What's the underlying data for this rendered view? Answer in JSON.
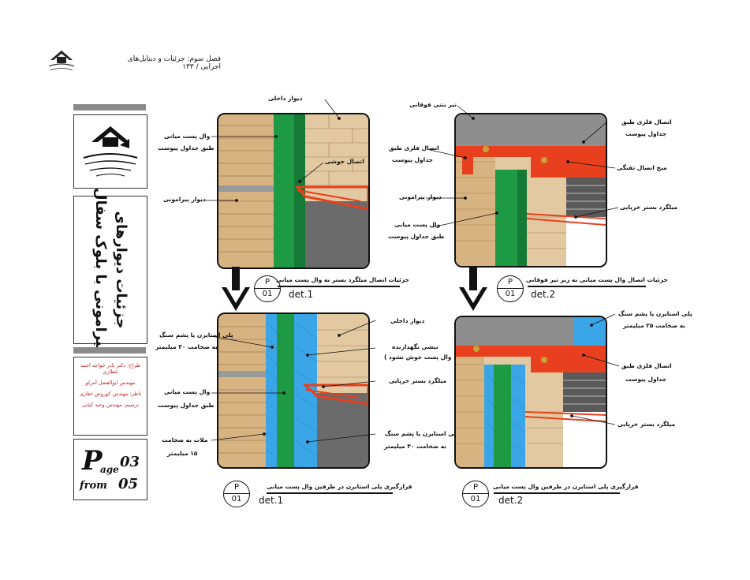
{
  "header": {
    "chapter_title": "فصل سوم: جزئیات و دیتایل‌های اجرایی / ۱۳۳"
  },
  "sidebar": {
    "vertical_title_line1": "جزئیات دیوارهای",
    "vertical_title_line2": "پیرامونی با بلوک سفال",
    "credits": [
      "طراح: دکتر نادر خواجه احمد عطاری",
      "مهندس ابوالفضل آمرلو",
      "ناظر: مهندس کوروش غفاری",
      "ترسیم: مهندس وحید کیانی"
    ],
    "page": {
      "p": "P",
      "age": "age",
      "from": "from",
      "current": "03",
      "total": "05"
    }
  },
  "panels": [
    {
      "id": "top-left",
      "labels": {
        "inner_wall": "دیوار داخلی",
        "stud_wall": "وال پست میانی",
        "stud_wall_sub": "طبق جداول پیوست",
        "weld": "اتصال جوشی",
        "perimeter_wall": "دیوار پیرامونی"
      },
      "caption": "جزئیات اتصال میلگرد بستر به وال پست میانی",
      "p": "P",
      "num": "01",
      "det": "det.1"
    },
    {
      "id": "top-right",
      "labels": {
        "roof_beam": "تیر بتنی فوقانی",
        "floor_conn": "اتصال فلزی طبق",
        "floor_conn_sub": "جداول پیوست",
        "steel_conn": "اتصال فلزی طبق",
        "steel_conn_sub": "جداول پیوست",
        "anchor": "میخ اتصال تفنگی",
        "perimeter_wall": "دیوار پیرامونی",
        "stud_wall": "وال پست میانی",
        "stud_wall_sub": "طبق جداول پیوست",
        "rebar": "میلگرد بستر خرپایی"
      },
      "caption": "جزئیات اتصال وال پست میانی به زیر تیر فوقانی",
      "p": "P",
      "num": "01",
      "det": "det.2"
    },
    {
      "id": "bottom-left",
      "labels": {
        "eps": "پلی استایرن یا پشم سنگ",
        "eps_sub": "به ضخامت ۳۰ میلیمتر",
        "stud_wall": "وال پست میانی",
        "stud_wall_sub": "طبق جداول پیوست",
        "mortar": "ملات به ضخامت",
        "mortar_sub": "۱۵ میلیمتر",
        "inner_wall": "دیوار داخلی",
        "holder": "نبشی نگهدارنده",
        "holder_sub": "( به وال پست جوش نشود )",
        "rebar": "میلگرد بستر خرپایی",
        "eps2": "پلی استایرن یا پشم سنگ",
        "eps2_sub": "به ضخامت ۳۰ میلیمتر"
      },
      "caption": "قرارگیری پلی استایرن در طرفین وال پست میانی",
      "p": "P",
      "num": "01",
      "det": "det.1"
    },
    {
      "id": "bottom-right",
      "labels": {
        "eps": "پلی استایرن یا پشم سنگ",
        "eps_sub": "به ضخامت ۲۵ میلیمتر",
        "steel_conn": "اتصال فلزی طبق",
        "steel_conn_sub": "جداول پیوست",
        "rebar": "میلگرد بستر خرپایی"
      },
      "caption": "قرارگیری پلی استایرن در طرفین وال پست میانی",
      "p": "P",
      "num": "01",
      "det": "det.2"
    }
  ],
  "colors": {
    "stud_green": "#1e9a45",
    "steel_red": "#e8401e",
    "insulation_blue": "#3aa6e8",
    "brick": "#d8b382",
    "concrete": "#8e8e8e",
    "credit_red": "#c0202a"
  },
  "icons": [
    "organization-logo-icon",
    "down-arrow-icon"
  ]
}
